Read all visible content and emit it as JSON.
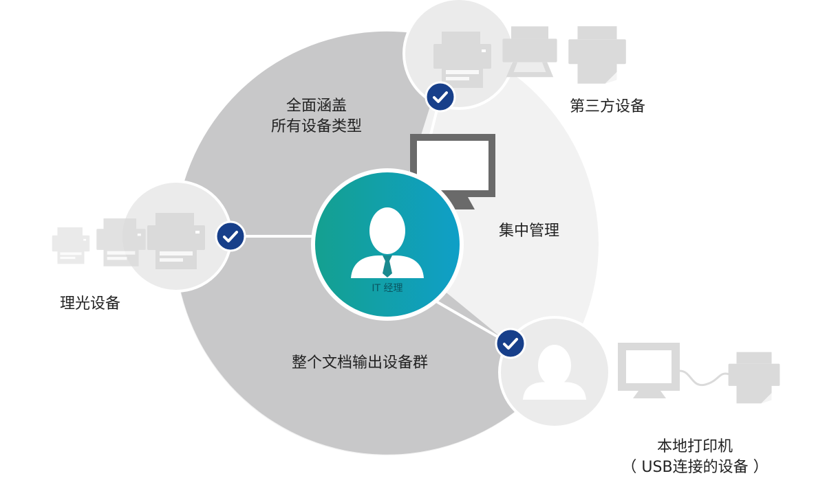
{
  "center": {
    "role_label": "IT 经理"
  },
  "segments": {
    "coverage": {
      "line1": "全面涵盖",
      "line2": "所有设备类型"
    },
    "fleet": "整个文档输出设备群",
    "central": "集中管理"
  },
  "nodes": {
    "third_party": {
      "label": "第三方设备"
    },
    "ricoh": {
      "label": "理光设备"
    },
    "local": {
      "line1": "本地打印机",
      "line2": "（ USB连接的设备 ）"
    }
  },
  "colors": {
    "segment_gray": "#c8c8c9",
    "segment_light": "#f2f2f2",
    "icon_gray": "#dadada",
    "check_blue": "#173f8a",
    "teal_start": "#14a08f",
    "teal_end": "#0f9fc8",
    "monitor_dark": "#6a6a6a"
  }
}
